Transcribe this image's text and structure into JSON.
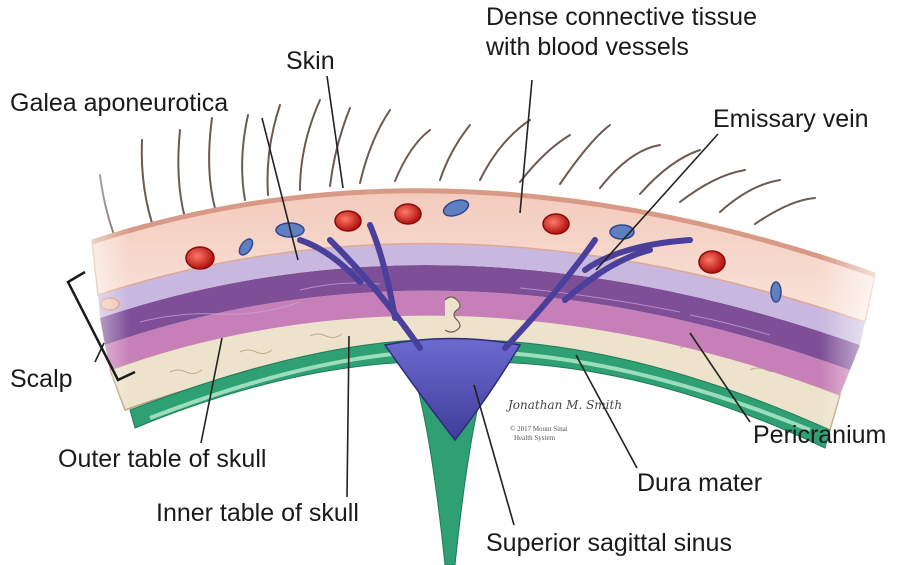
{
  "labels": {
    "dense_connective": "Dense connective tissue",
    "dense_connective_line2": "with blood vessels",
    "skin": "Skin",
    "galea": "Galea aponeurotica",
    "emissary_vein": "Emissary vein",
    "scalp": "Scalp",
    "pericranium": "Pericranium",
    "outer_table": "Outer table of skull",
    "inner_table": "Inner table of skull",
    "dura_mater": "Dura mater",
    "superior_sagittal_sinus": "Superior sagittal sinus"
  },
  "artwork": {
    "credit_line1": "© 2017 Mount Sinai",
    "credit_line2": "Health System",
    "signature": "Jonathan M. Smith"
  },
  "colors": {
    "skin": "#f6d9cd",
    "skin_edge": "#e8b7a6",
    "galea": "#c8b7de",
    "loose_layer": "#7e4f97",
    "pericranium": "#c77fb7",
    "bone": "#ede3cc",
    "dura": "#2f9f74",
    "dura_light": "#a9e3c4",
    "sinus": "#5a57b8",
    "artery": "#c8221e",
    "vein": "#5f7fc0",
    "hair": "#6b5a52",
    "leader": "#222222"
  }
}
